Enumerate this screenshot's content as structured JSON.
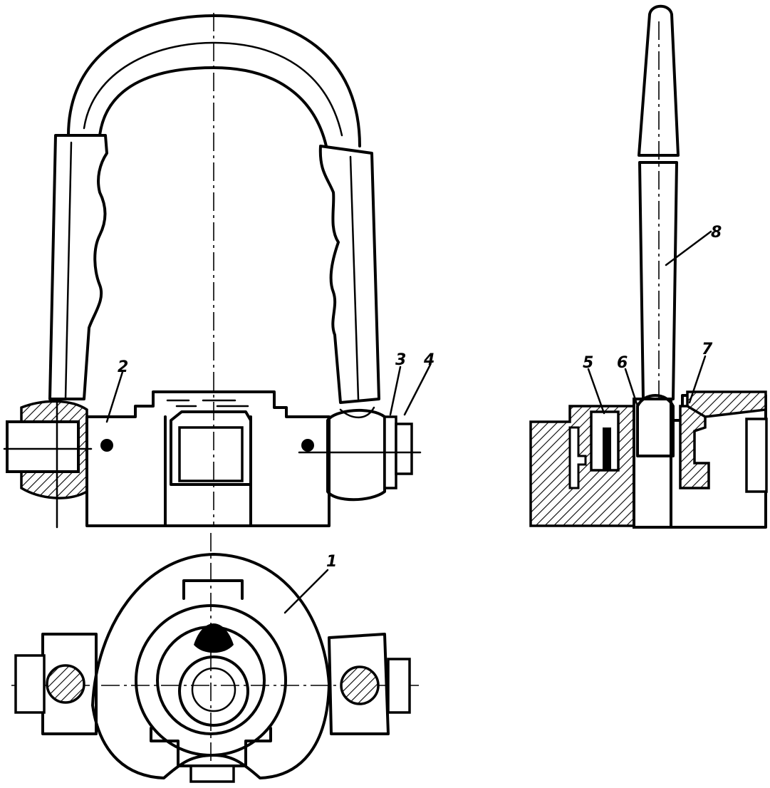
{
  "labels": {
    "part_1": "1",
    "part_2": "2",
    "part_3": "3",
    "part_4": "4",
    "part_5": "5",
    "part_6": "6",
    "part_7": "7",
    "part_8": "8"
  },
  "colors": {
    "ink": "#000000",
    "paper": "#ffffff"
  }
}
